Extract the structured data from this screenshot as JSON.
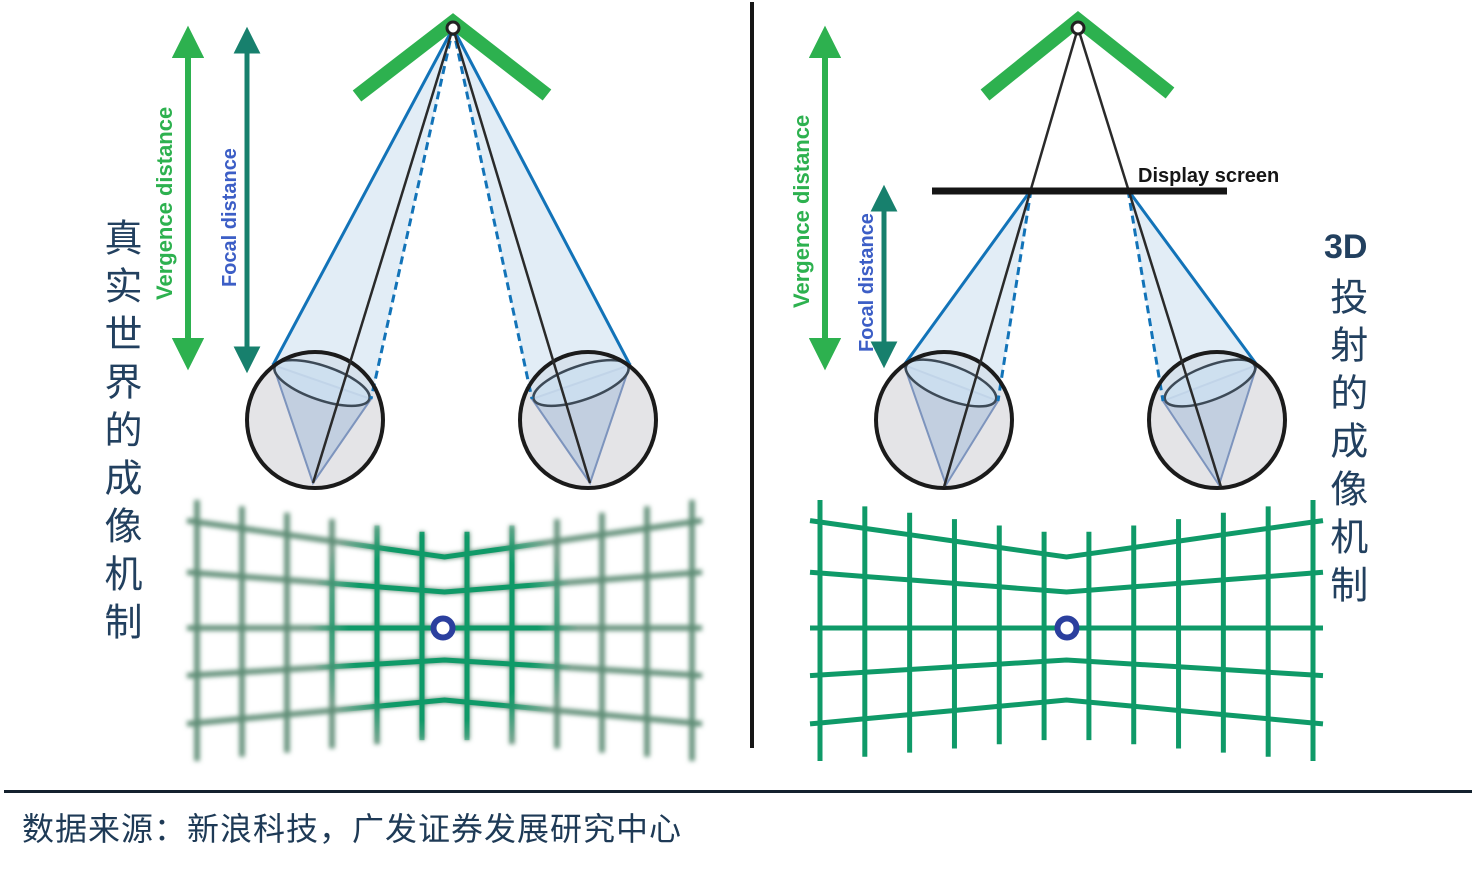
{
  "figure": {
    "left_panel": {
      "side_label": "真实世界的成像机制",
      "vergence_arrow_label": "Vergence distance",
      "focal_arrow_label": "Focal distance"
    },
    "right_panel": {
      "side_label_prefix": "3D",
      "side_label": "投射的成像机制",
      "vergence_arrow_label": "Vergence distance",
      "focal_arrow_label": "Focal distance",
      "display_screen_label": "Display screen"
    },
    "colors": {
      "vergence_green": "#2db14f",
      "focal_teal": "#17806d",
      "focal_label_blue": "#3c5ec6",
      "cone_blue": "#1273b8",
      "cone_fill": "#cfe1f0",
      "eye_fill": "#e4e4e7",
      "grid_green_sharp": "#0f9a68",
      "grid_green_blur": "#5f8d76",
      "fixation_blue": "#2b3f9e",
      "ink": "#161616",
      "text_navy": "#22405f"
    }
  },
  "footer": {
    "source_text": "数据来源：新浪科技，广发证券发展研究中心"
  }
}
